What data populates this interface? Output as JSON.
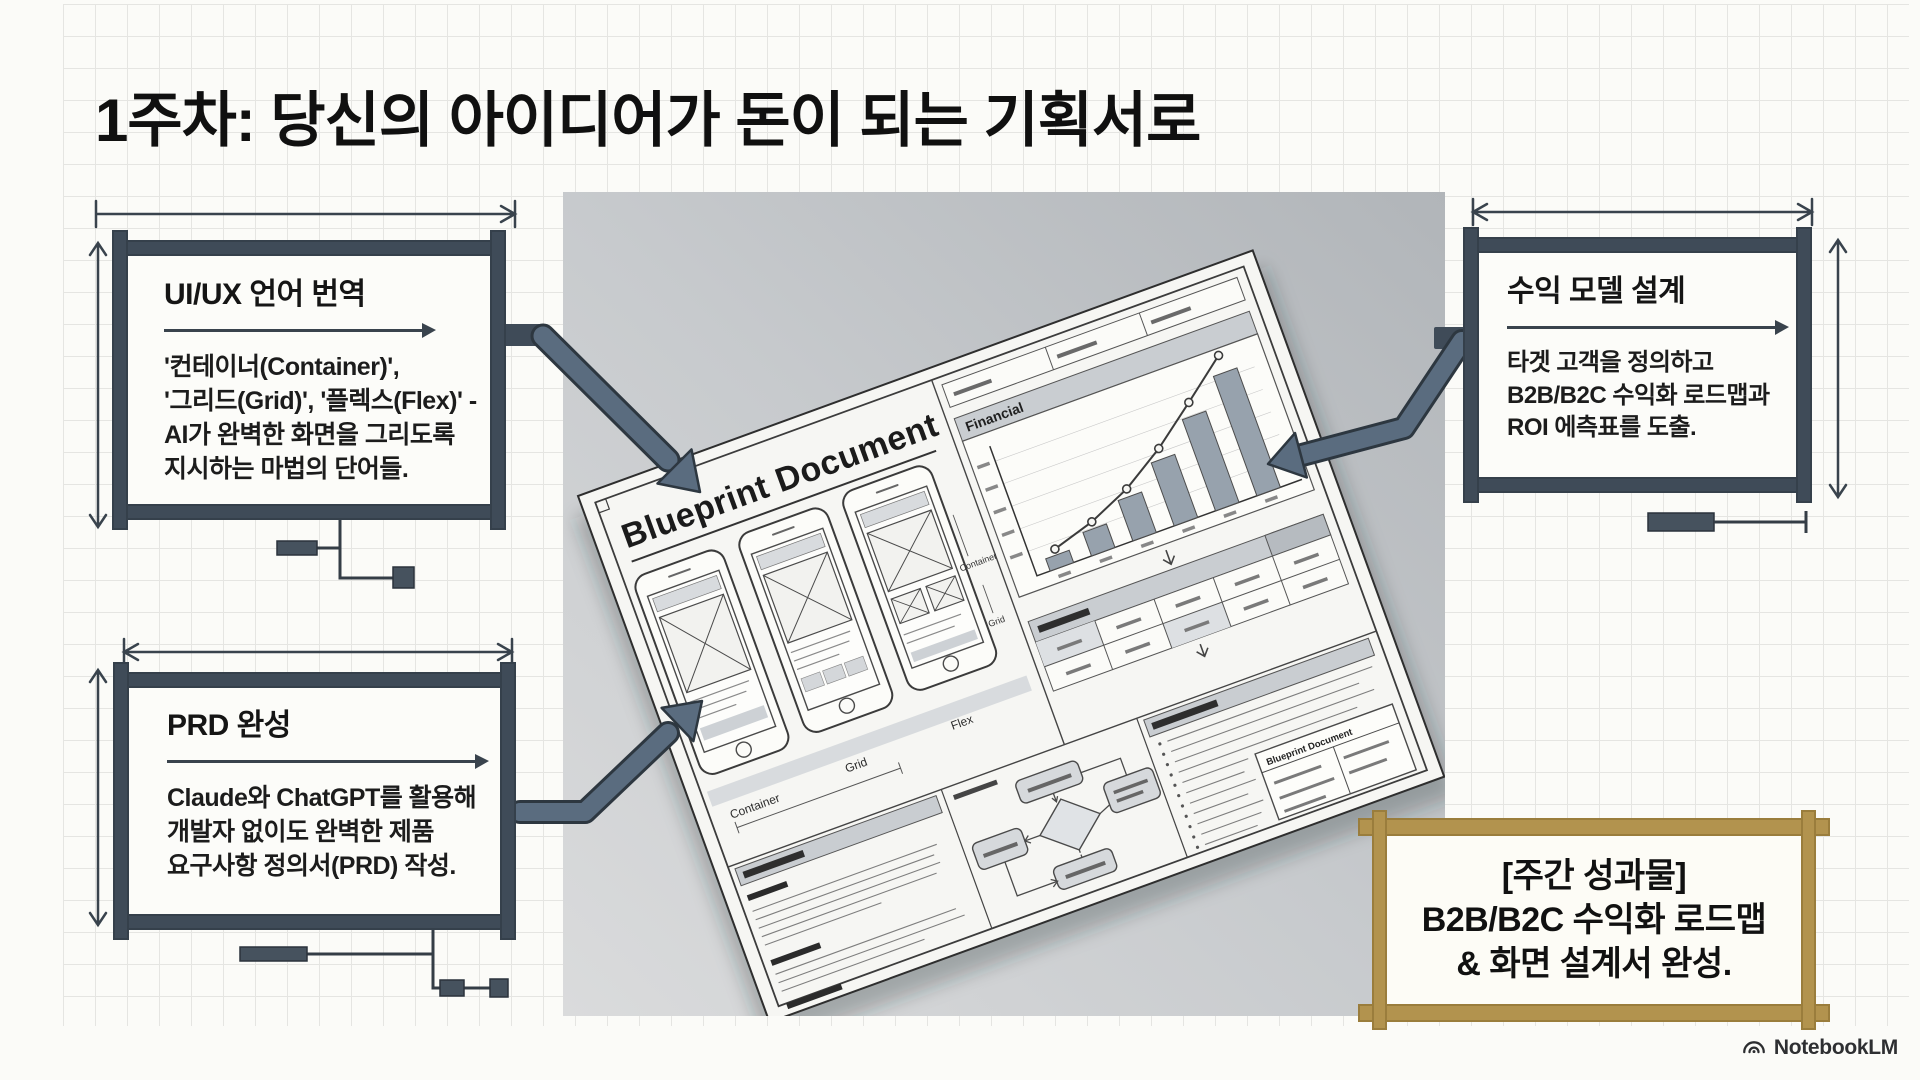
{
  "slide": {
    "title": "1주차: 당신의 아이디어가 돈이 되는 기획서로",
    "brand": {
      "name": "NotebookLM"
    }
  },
  "callouts": {
    "uiux": {
      "title": "UI/UX 언어 번역",
      "body": "'컨테이너(Container)',\n'그리드(Grid)', '플렉스(Flex)' -\nAI가 완벽한 화면을 그리도록\n지시하는 마법의 단어들."
    },
    "prd": {
      "title": "PRD 완성",
      "body": "Claude와 ChatGPT를 활용해\n개발자 없이도 완벽한 제품\n요구사항 정의서(PRD) 작성."
    },
    "revenue": {
      "title": "수익 모델 설계",
      "body": "타겟 고객을 정의하고\nB2B/B2C 수익화 로드맵과\nROI 에측표를 도출."
    },
    "deliverable": {
      "line1": "[주간 성과물]",
      "line2": "B2B/B2C 수익화 로드맵",
      "line3": "& 화면 설계서 완성."
    }
  },
  "blueprint": {
    "doc_title": "Blueprint Document",
    "chart_label": "Financial",
    "wireframe_labels": {
      "phone1": "Container",
      "phone2": "Grid",
      "phone3": "Flex"
    },
    "annotations": {
      "a1": "Container",
      "a2": "Grid"
    },
    "title_block": "Blueprint Document"
  },
  "icons": {
    "brand": "notebooklm-swirl-icon"
  },
  "colors": {
    "frame_dark": "#3f4b58",
    "arrow_fill": "#5a6c7f",
    "arrow_outline": "#2d3740",
    "gold": "#b2934e",
    "paper": "#f6f6f3",
    "photo_top": "#b3b7bb",
    "photo_bottom": "#dadbdc"
  }
}
